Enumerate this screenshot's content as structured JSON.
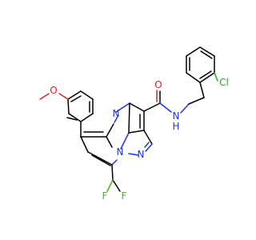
{
  "atoms": [
    {
      "id": "o_carbonyl",
      "label": "O",
      "color": "#e02020"
    },
    {
      "id": "n_amide",
      "label": "N",
      "color": "#2233dd"
    },
    {
      "id": "h_amide",
      "label": "H",
      "color": "#2233dd"
    },
    {
      "id": "cl",
      "label": "Cl",
      "color": "#22aa22"
    },
    {
      "id": "n_pyrimidine",
      "label": "N",
      "color": "#2233dd"
    },
    {
      "id": "n_pyrazole_bridge",
      "label": "N",
      "color": "#2233dd"
    },
    {
      "id": "n_pyrazole",
      "label": "N",
      "color": "#2233dd"
    },
    {
      "id": "o_methoxy",
      "label": "O",
      "color": "#e02020"
    },
    {
      "id": "f_left",
      "label": "F",
      "color": "#55aa22"
    },
    {
      "id": "f_right",
      "label": "F",
      "color": "#55aa22"
    }
  ]
}
